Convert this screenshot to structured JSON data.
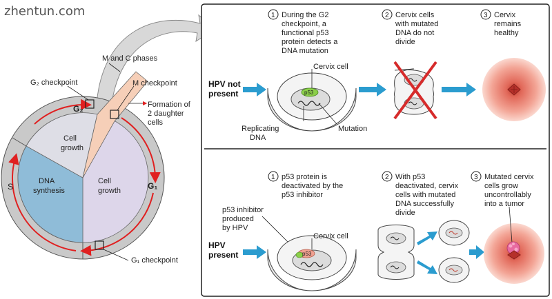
{
  "watermark": "zhentun.com",
  "cycle": {
    "g2_checkpoint": "G₂ checkpoint",
    "m_and_c_phases": "M and C phases",
    "m_checkpoint": "M checkpoint",
    "formation_l1": "Formation of",
    "formation_l2": "2 daughter",
    "formation_l3": "cells",
    "g2_label": "G₂",
    "g1_label": "G₁",
    "s_label": "S",
    "g1_checkpoint": "G₁ checkpoint",
    "cell_growth_top_l1": "Cell",
    "cell_growth_top_l2": "growth",
    "dna_synth_l1": "DNA",
    "dna_synth_l2": "synthesis",
    "cell_growth_right_l1": "Cell",
    "cell_growth_right_l2": "growth"
  },
  "top_row": {
    "condition_l1": "HPV not",
    "condition_l2": "present",
    "step1_num": "1",
    "step1_l1": "During the G2",
    "step1_l2": "checkpoint, a",
    "step1_l3": "functional p53",
    "step1_l4": "protein detects a",
    "step1_l5": "DNA mutation",
    "cervix_cell": "Cervix cell",
    "p53": "p53",
    "replicating_l1": "Replicating",
    "replicating_l2": "DNA",
    "mutation": "Mutation",
    "step2_num": "2",
    "step2_l1": "Cervix cells",
    "step2_l2": "with mutated",
    "step2_l3": "DNA do not",
    "step2_l4": "divide",
    "step3_num": "3",
    "step3_l1": "Cervix",
    "step3_l2": "remains",
    "step3_l3": "healthy"
  },
  "bottom_row": {
    "condition_l1": "HPV",
    "condition_l2": "present",
    "step1_num": "1",
    "step1_l1": "p53 protein is",
    "step1_l2": "deactivated by the",
    "step1_l3": "p53 inhibitor",
    "inhibitor_l1": "p53 inhibitor",
    "inhibitor_l2": "produced",
    "inhibitor_l3": "by HPV",
    "cervix_cell": "Cervix cell",
    "p53": "p53",
    "step2_num": "2",
    "step2_l1": "With p53",
    "step2_l2": "deactivated, cervix",
    "step2_l3": "cells with mutated",
    "step2_l4": "DNA successfully",
    "step2_l5": "divide",
    "step3_num": "3",
    "step3_l1": "Mutated cervix",
    "step3_l2": "cells grow",
    "step3_l3": "uncontrollably",
    "step3_l4": "into a tumor"
  },
  "colors": {
    "ring": "#c9c9c9",
    "g1_sector": "#ddd6ea",
    "s_sector": "#8fbcd8",
    "g2_sector": "#dedee6",
    "m_sector": "#f6cfb8",
    "cycle_arrow": "#e02020",
    "process_arrow": "#2b9ccf",
    "cross": "#d62b2b",
    "p53_active": "#8ccf4a",
    "p53_inactive": "#f0a090",
    "cervix_outer": "#f2a394",
    "cervix_inner": "#d5604e"
  }
}
